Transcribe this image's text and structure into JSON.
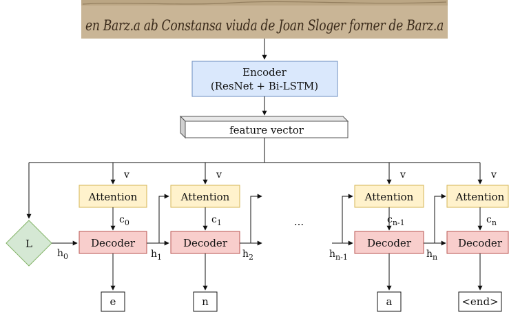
{
  "colors": {
    "encoder_fill": "#dae8fc",
    "encoder_stroke": "#6c8ebf",
    "attention_fill": "#fff2cc",
    "attention_stroke": "#d6b656",
    "decoder_fill": "#f8cecc",
    "decoder_stroke": "#b85450",
    "length_fill": "#d5e8d4",
    "length_stroke": "#82b366",
    "manuscript_bg": "#c9b596",
    "ink": "#3a2a1a"
  },
  "manuscript": {
    "text": "en Barz.a ab Constansa viuda de Joan Sloger forner de Barz.a"
  },
  "encoder": {
    "title": "Encoder",
    "subtitle": "(ResNet + Bi-LSTM)"
  },
  "feature_vector": {
    "label": "feature vector"
  },
  "length_node": {
    "label": "L"
  },
  "ellipsis": "...",
  "steps": [
    {
      "attention_label": "Attention",
      "decoder_label": "Decoder",
      "v_label": "v",
      "context": {
        "base": "c",
        "sub": "0"
      },
      "hidden_in": {
        "base": "h",
        "sub": "0"
      },
      "output": "e"
    },
    {
      "attention_label": "Attention",
      "decoder_label": "Decoder",
      "v_label": "v",
      "context": {
        "base": "c",
        "sub": "1"
      },
      "hidden_in": {
        "base": "h",
        "sub": "1"
      },
      "hidden_out": {
        "base": "h",
        "sub": "2"
      },
      "output": "n"
    },
    {
      "attention_label": "Attention",
      "decoder_label": "Decoder",
      "v_label": "v",
      "context": {
        "base": "c",
        "sub": "n-1"
      },
      "hidden_in": {
        "base": "h",
        "sub": "n-1"
      },
      "output": "a"
    },
    {
      "attention_label": "Attention",
      "decoder_label": "Decoder",
      "v_label": "v",
      "context": {
        "base": "c",
        "sub": "n"
      },
      "hidden_in": {
        "base": "h",
        "sub": "n"
      },
      "output": "<end>"
    }
  ]
}
